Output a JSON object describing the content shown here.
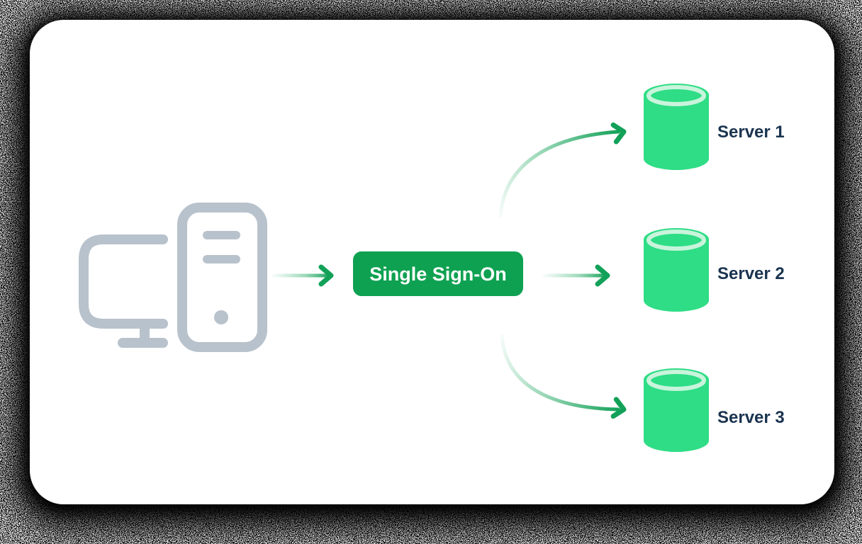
{
  "diagram": {
    "client": {
      "icon": "desktop-computer-icon"
    },
    "sso": {
      "label": "Single Sign-On"
    },
    "servers": [
      {
        "label": "Server 1",
        "icon": "database-icon"
      },
      {
        "label": "Server 2",
        "icon": "database-icon"
      },
      {
        "label": "Server 3",
        "icon": "database-icon"
      }
    ],
    "colors": {
      "sso_green": "#0ea151",
      "arrow_green": "#12a158",
      "cylinder_green": "#2edd85",
      "cylinder_rim": "#c9f4dc",
      "label_navy": "#1a3450",
      "icon_gray": "#b8c2cc",
      "card_bg": "#ffffff"
    }
  }
}
